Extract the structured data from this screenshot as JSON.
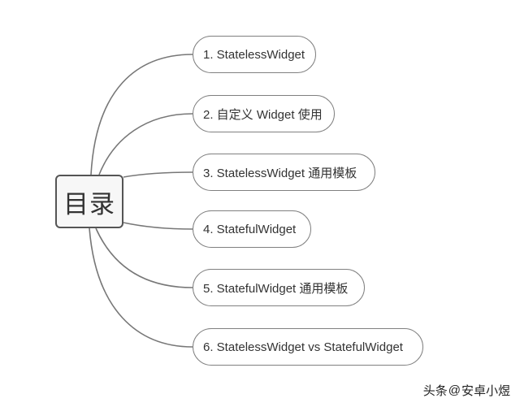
{
  "root": {
    "label": "目录"
  },
  "topics": [
    {
      "label": "1. StatelessWidget"
    },
    {
      "label": "2. 自定义 Widget 使用"
    },
    {
      "label": "3. StatelessWidget 通用模板"
    },
    {
      "label": "4. StatefulWidget"
    },
    {
      "label": "5. StatefulWidget 通用模板"
    },
    {
      "label": "6. StatelessWidget vs StatefulWidget"
    }
  ],
  "watermark": {
    "prefix": "头条",
    "at": "@",
    "account": "安卓小煜"
  },
  "colors": {
    "connector": "#777777",
    "node_border": "#808080",
    "root_border": "#555555"
  }
}
